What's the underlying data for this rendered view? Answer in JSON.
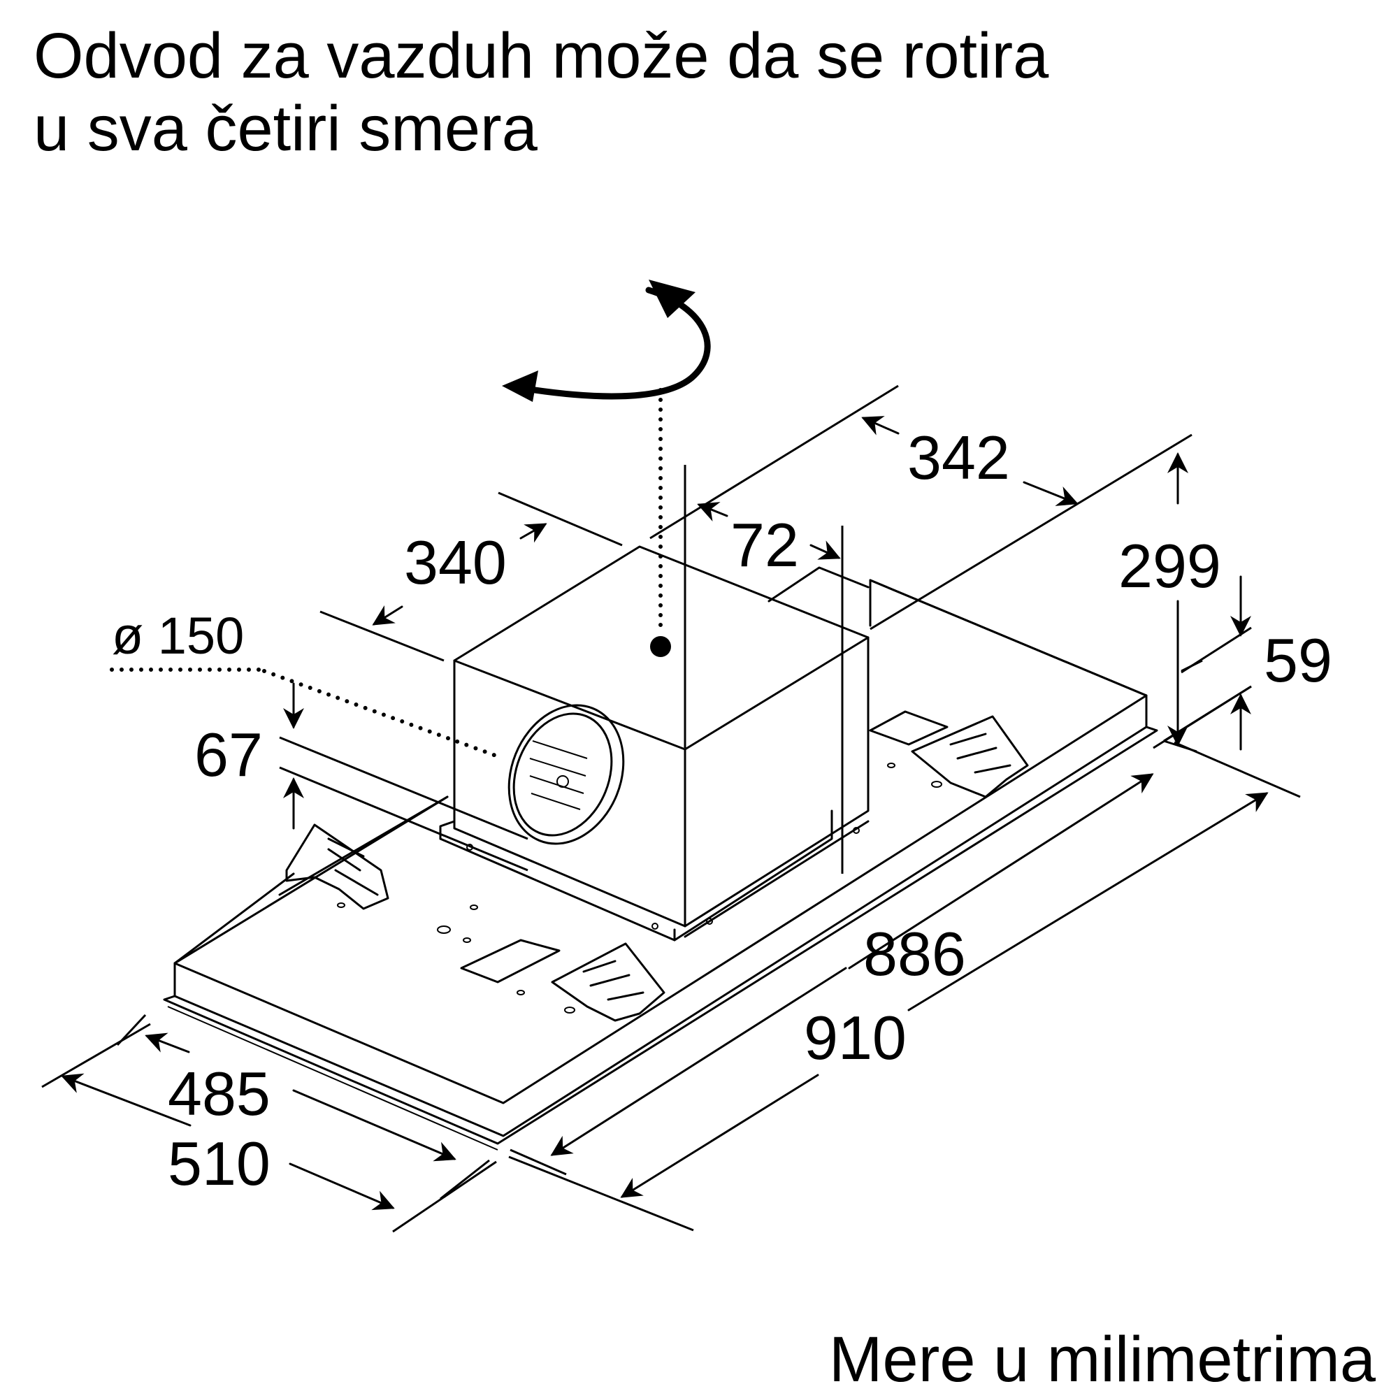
{
  "title": {
    "line1": "Odvod za vazduh može da se rotira",
    "line2": "u sva četiri smera"
  },
  "footer": "Mere u milimetrima",
  "dimensions": {
    "height_total": "299",
    "height_frame": "59",
    "box_depth": "340",
    "box_width": "342",
    "duct_offset": "72",
    "duct_diameter": "ø 150",
    "duct_height": "67",
    "inner_width": "886",
    "outer_width": "910",
    "inner_depth": "485",
    "outer_depth": "510"
  }
}
